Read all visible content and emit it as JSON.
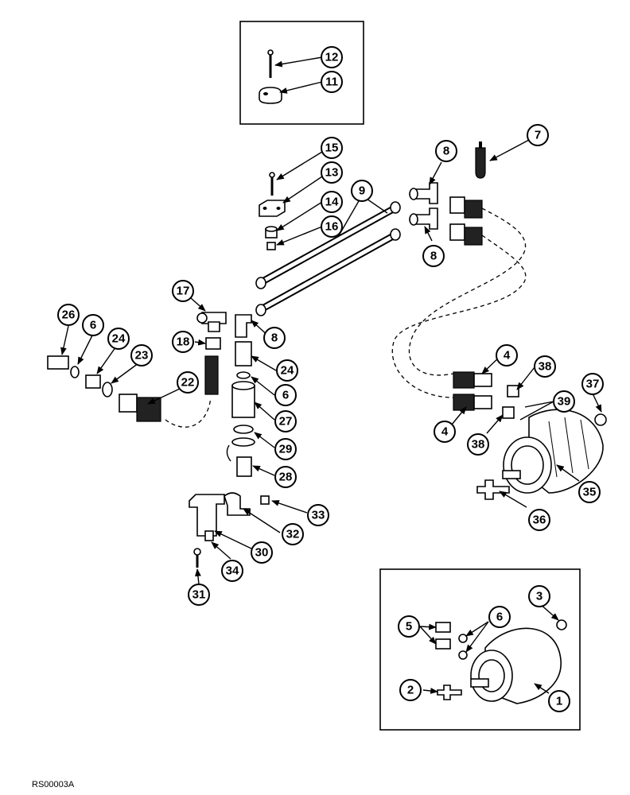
{
  "diagram": {
    "reference_code": "RS00003A",
    "callouts": {
      "c1": "1",
      "c2": "2",
      "c3": "3",
      "c4a": "4",
      "c4b": "4",
      "c5": "5",
      "c6a": "6",
      "c6b": "6",
      "c6c": "6",
      "c7": "7",
      "c8a": "8",
      "c8b": "8",
      "c8c": "8",
      "c9": "9",
      "c11": "11",
      "c12": "12",
      "c13": "13",
      "c14": "14",
      "c15": "15",
      "c16": "16",
      "c17": "17",
      "c18": "18",
      "c22": "22",
      "c23": "23",
      "c24a": "24",
      "c24b": "24",
      "c26": "26",
      "c27": "27",
      "c28": "28",
      "c29": "29",
      "c30": "30",
      "c31": "31",
      "c32": "32",
      "c33": "33",
      "c34": "34",
      "c35": "35",
      "c36": "36",
      "c37": "37",
      "c38a": "38",
      "c38b": "38",
      "c39": "39"
    }
  }
}
